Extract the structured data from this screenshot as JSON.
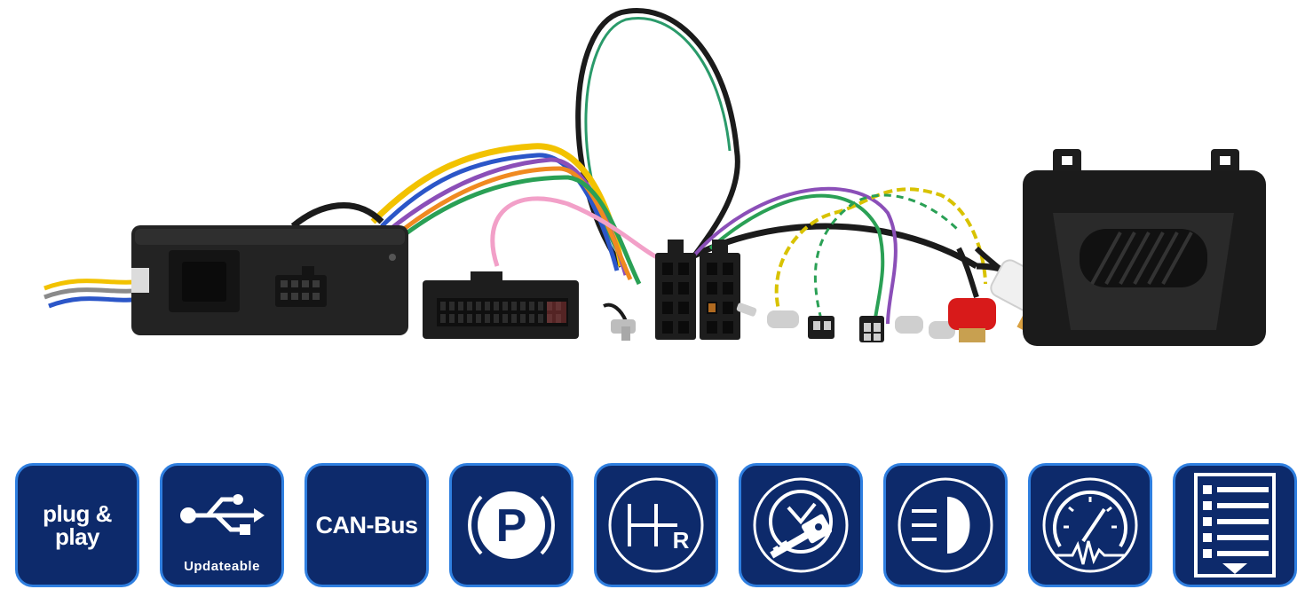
{
  "features": {
    "plug_play": {
      "line1": "plug &",
      "line2": "play",
      "icon": "plug-and-play-badge"
    },
    "usb": {
      "label": "Updateable",
      "icon": "usb-icon"
    },
    "canbus": {
      "label": "CAN-Bus"
    },
    "parking": {
      "letter": "P",
      "icon": "parking-brake-icon"
    },
    "reverse": {
      "letter": "R",
      "icon": "reverse-gear-icon"
    },
    "ignition": {
      "icon": "ignition-key-icon"
    },
    "lights": {
      "icon": "headlight-icon"
    },
    "speed": {
      "icon": "speed-pulse-gauge-icon"
    },
    "menu": {
      "icon": "settings-menu-list-icon"
    }
  },
  "colors": {
    "badge_fill": "#0d2a6b",
    "badge_border": "#2f7fe0",
    "badge_text": "#ffffff"
  }
}
